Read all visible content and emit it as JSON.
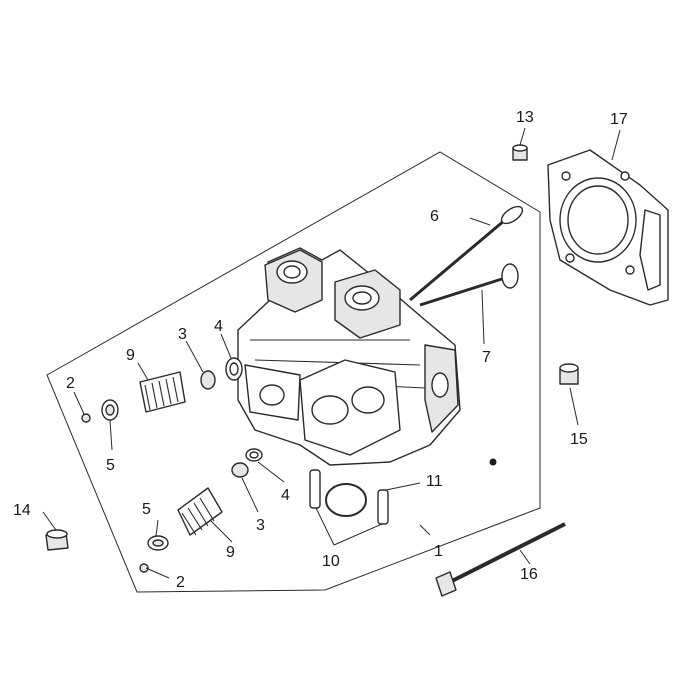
{
  "callouts": [
    {
      "id": "c1",
      "label": "1"
    },
    {
      "id": "c2a",
      "label": "2"
    },
    {
      "id": "c2b",
      "label": "2"
    },
    {
      "id": "c3a",
      "label": "3"
    },
    {
      "id": "c3b",
      "label": "3"
    },
    {
      "id": "c4a",
      "label": "4"
    },
    {
      "id": "c4b",
      "label": "4"
    },
    {
      "id": "c5a",
      "label": "5"
    },
    {
      "id": "c5b",
      "label": "5"
    },
    {
      "id": "c6",
      "label": "6"
    },
    {
      "id": "c7",
      "label": "7"
    },
    {
      "id": "c9a",
      "label": "9"
    },
    {
      "id": "c9b",
      "label": "9"
    },
    {
      "id": "c10",
      "label": "10"
    },
    {
      "id": "c11",
      "label": "11"
    },
    {
      "id": "c13",
      "label": "13"
    },
    {
      "id": "c14",
      "label": "14"
    },
    {
      "id": "c15",
      "label": "15"
    },
    {
      "id": "c16",
      "label": "16"
    },
    {
      "id": "c17",
      "label": "17"
    }
  ],
  "colors": {
    "line": "#2a2a2a",
    "fill": "#ffffff",
    "shade": "#e6e6e6",
    "background": "#ffffff"
  }
}
